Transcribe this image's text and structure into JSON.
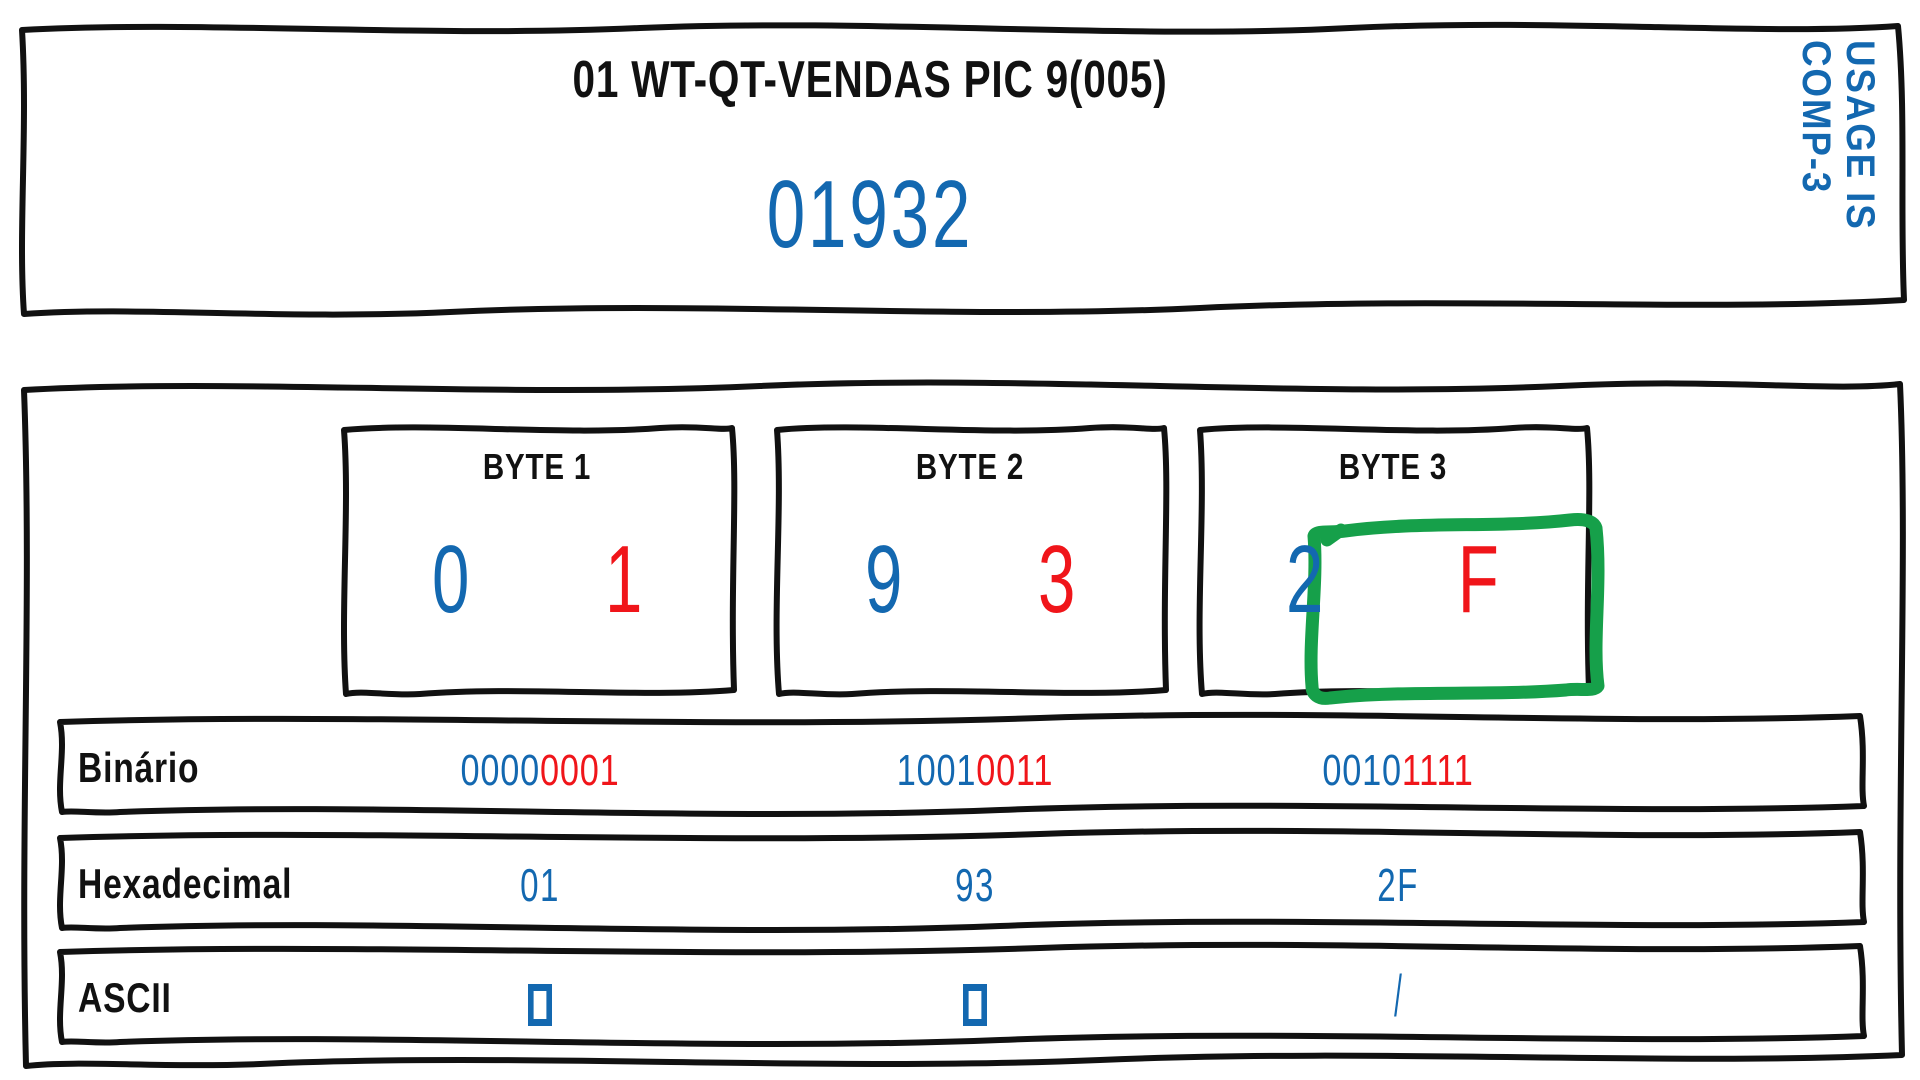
{
  "header": {
    "title": "01 WT-QT-VENDAS PIC 9(005)",
    "value": "01932",
    "usage_line_1": "USAGE IS",
    "usage_line_2": "COMP-3"
  },
  "bytes": [
    {
      "label": "BYTE 1",
      "high_nibble": "0",
      "low_nibble": "1",
      "highlighted": false
    },
    {
      "label": "BYTE 2",
      "high_nibble": "9",
      "low_nibble": "3",
      "highlighted": false
    },
    {
      "label": "BYTE 3",
      "high_nibble": "2",
      "low_nibble": "F",
      "highlighted": true
    }
  ],
  "rows": {
    "binary": {
      "label": "Binário",
      "cells": [
        {
          "high": "0000",
          "low": "0001"
        },
        {
          "high": "1001",
          "low": "0011"
        },
        {
          "high": "0010",
          "low": "1111"
        }
      ]
    },
    "hexadecimal": {
      "label": "Hexadecimal",
      "cells": [
        "01",
        "93",
        "2F"
      ]
    },
    "ascii": {
      "label": "ASCII",
      "cells": [
        "□",
        "□",
        "/"
      ],
      "glyph_kinds": [
        "tofu",
        "tofu",
        "slash"
      ]
    }
  },
  "colors": {
    "ink": "#111111",
    "blue": "#1368b0",
    "red": "#f0151a",
    "green": "#16a04a",
    "background": "#ffffff"
  },
  "annotation": {
    "kind": "green-highlight-rectangle",
    "target": "byte-3-low-nibble"
  }
}
